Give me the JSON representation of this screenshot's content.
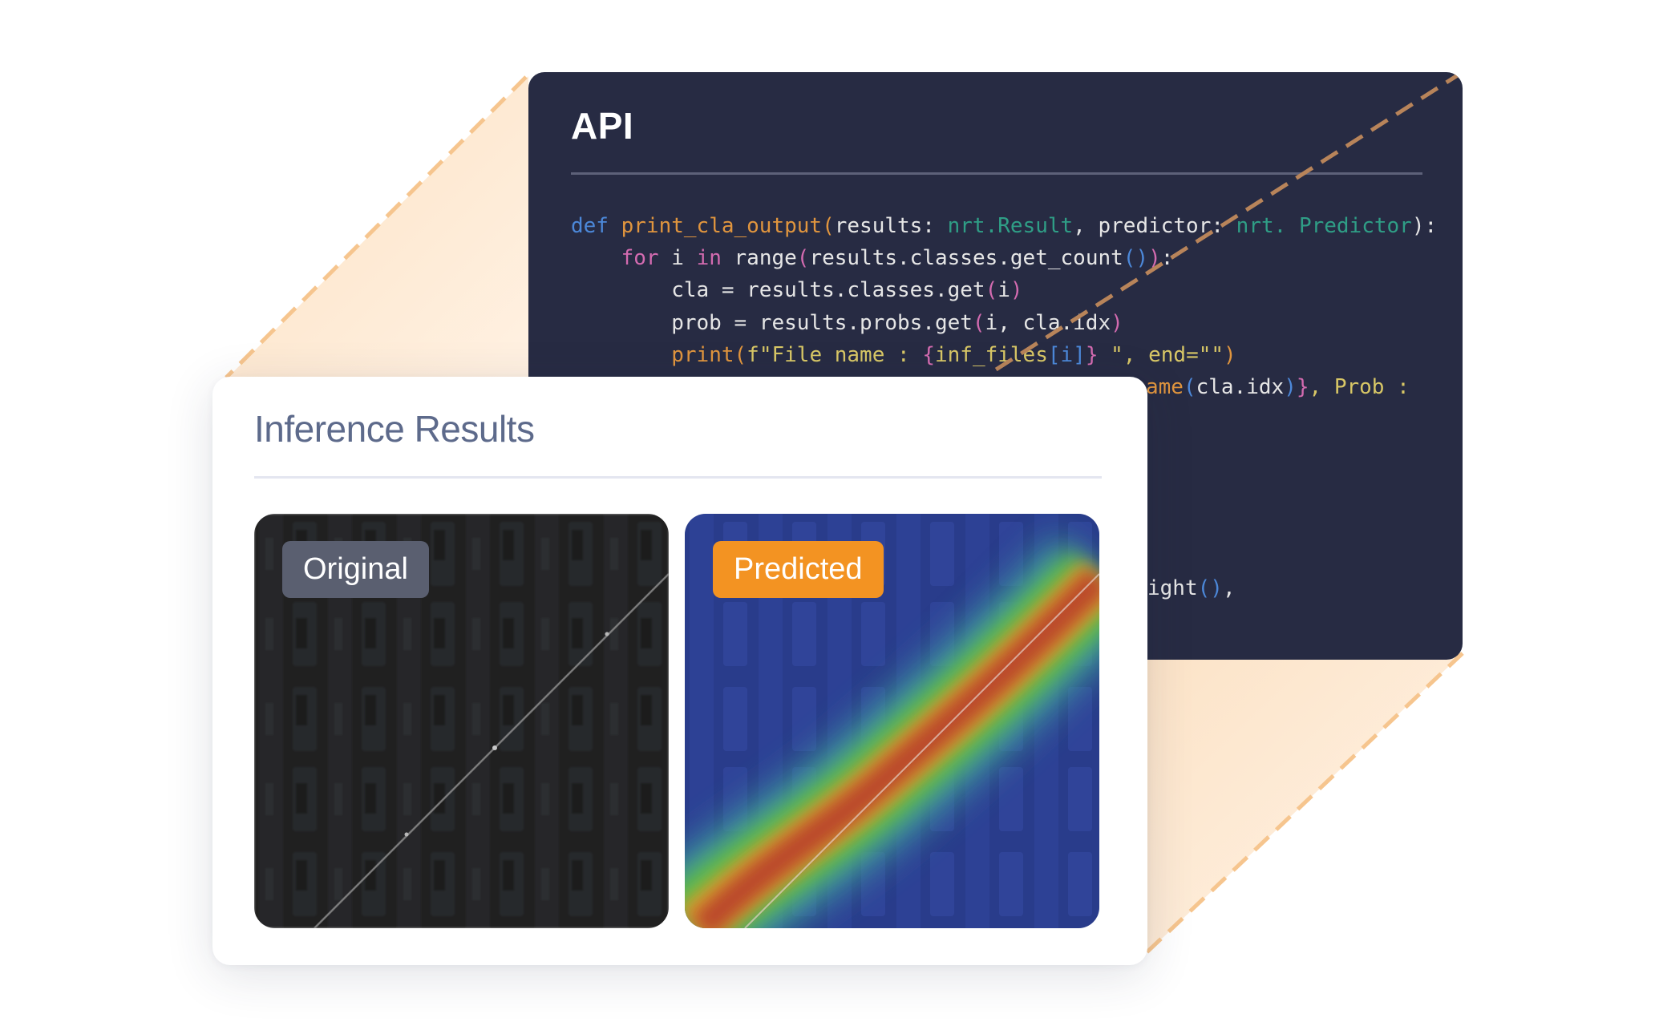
{
  "api_panel": {
    "title": "API",
    "code_lines": [
      [
        {
          "t": "def ",
          "c": "k"
        },
        {
          "t": "print_cla_output",
          "c": "fn"
        },
        {
          "t": "(",
          "c": "fn"
        },
        {
          "t": "results: ",
          "c": "pl"
        },
        {
          "t": "nrt.Result",
          "c": "ty"
        },
        {
          "t": ", predictor: ",
          "c": "pl"
        },
        {
          "t": "nrt. Predictor",
          "c": "ty"
        },
        {
          "t": "):",
          "c": "pl"
        }
      ],
      [
        {
          "t": "    ",
          "c": "pl"
        },
        {
          "t": "for",
          "c": "kw"
        },
        {
          "t": " i ",
          "c": "pl"
        },
        {
          "t": "in",
          "c": "kw"
        },
        {
          "t": " range",
          "c": "pl"
        },
        {
          "t": "(",
          "c": "kw"
        },
        {
          "t": "results.classes.get_count",
          "c": "pl"
        },
        {
          "t": "()",
          "c": "k"
        },
        {
          "t": ")",
          "c": "kw"
        },
        {
          "t": ":",
          "c": "pl"
        }
      ],
      [
        {
          "t": "        cla = results.classes.get",
          "c": "pl"
        },
        {
          "t": "(",
          "c": "kw"
        },
        {
          "t": "i",
          "c": "pl"
        },
        {
          "t": ")",
          "c": "kw"
        }
      ],
      [
        {
          "t": "        prob = results.probs.get",
          "c": "pl"
        },
        {
          "t": "(",
          "c": "kw"
        },
        {
          "t": "i, cla.idx",
          "c": "pl"
        },
        {
          "t": ")",
          "c": "kw"
        }
      ],
      [
        {
          "t": "        ",
          "c": "pl"
        },
        {
          "t": "print",
          "c": "fn"
        },
        {
          "t": "(",
          "c": "fn"
        },
        {
          "t": "f\"File name : ",
          "c": "st"
        },
        {
          "t": "{",
          "c": "kw"
        },
        {
          "t": "inf_files",
          "c": "st"
        },
        {
          "t": "[i]",
          "c": "k"
        },
        {
          "t": "}",
          "c": "kw"
        },
        {
          "t": " \", end=\"\"",
          "c": "st"
        },
        {
          "t": ")",
          "c": "fn"
        }
      ]
    ],
    "partial_line_6": [
      {
        "t": "ame",
        "c": "fn"
      },
      {
        "t": "(",
        "c": "k"
      },
      {
        "t": "cla.idx",
        "c": "pl"
      },
      {
        "t": ")",
        "c": "k"
      },
      {
        "t": "}",
        "c": "kw"
      },
      {
        "t": ", Prob :",
        "c": "st"
      }
    ],
    "partial_line_7": [
      {
        "t": "ight",
        "c": "pl"
      },
      {
        "t": "()",
        "c": "k"
      },
      {
        "t": ",",
        "c": "pl"
      }
    ]
  },
  "results_panel": {
    "title": "Inference Results",
    "images": [
      {
        "label": "Original"
      },
      {
        "label": "Predicted"
      }
    ]
  },
  "colors": {
    "code_bg": "#272b43",
    "tag_original": "#5a5f70",
    "tag_predicted": "#f39322",
    "accent_peach": "#fde6cc",
    "dashed_line": "#f4c58d"
  }
}
